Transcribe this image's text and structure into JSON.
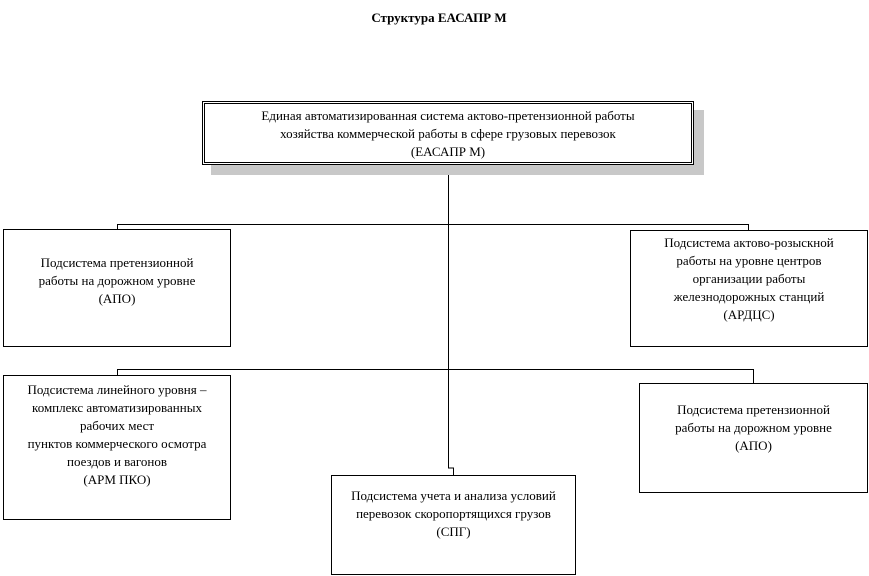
{
  "title": "Структура ЕАСАПР М",
  "root": {
    "lines": [
      "Единая автоматизированная система актово-претензионной работы",
      "хозяйства коммерческой работы в сфере грузовых перевозок",
      "(ЕАСАПР М)"
    ]
  },
  "level1": {
    "left": {
      "lines": [
        "Подсистема претензионной",
        "работы на дорожном уровне",
        "(АПО)"
      ]
    },
    "right": {
      "lines": [
        "Подсистема актово-розыскной",
        "работы на уровне центров",
        "организации работы",
        "железнодорожных станций",
        "(АРДЦС)"
      ]
    }
  },
  "level2": {
    "left": {
      "lines": [
        "Подсистема линейного уровня –",
        "комплекс автоматизированных",
        "рабочих мест",
        "пунктов коммерческого осмотра",
        "поездов и вагонов",
        "(АРМ ПКО)"
      ]
    },
    "center": {
      "lines": [
        "Подсистема учета и анализа условий",
        "перевозок скоропортящихся грузов",
        "(СПГ)"
      ]
    },
    "right": {
      "lines": [
        "Подсистема претензионной",
        "работы на дорожном уровне",
        "(АПО)"
      ]
    }
  },
  "colors": {
    "line": "#000000",
    "shadow": "#c8c8c8",
    "background": "#ffffff"
  }
}
